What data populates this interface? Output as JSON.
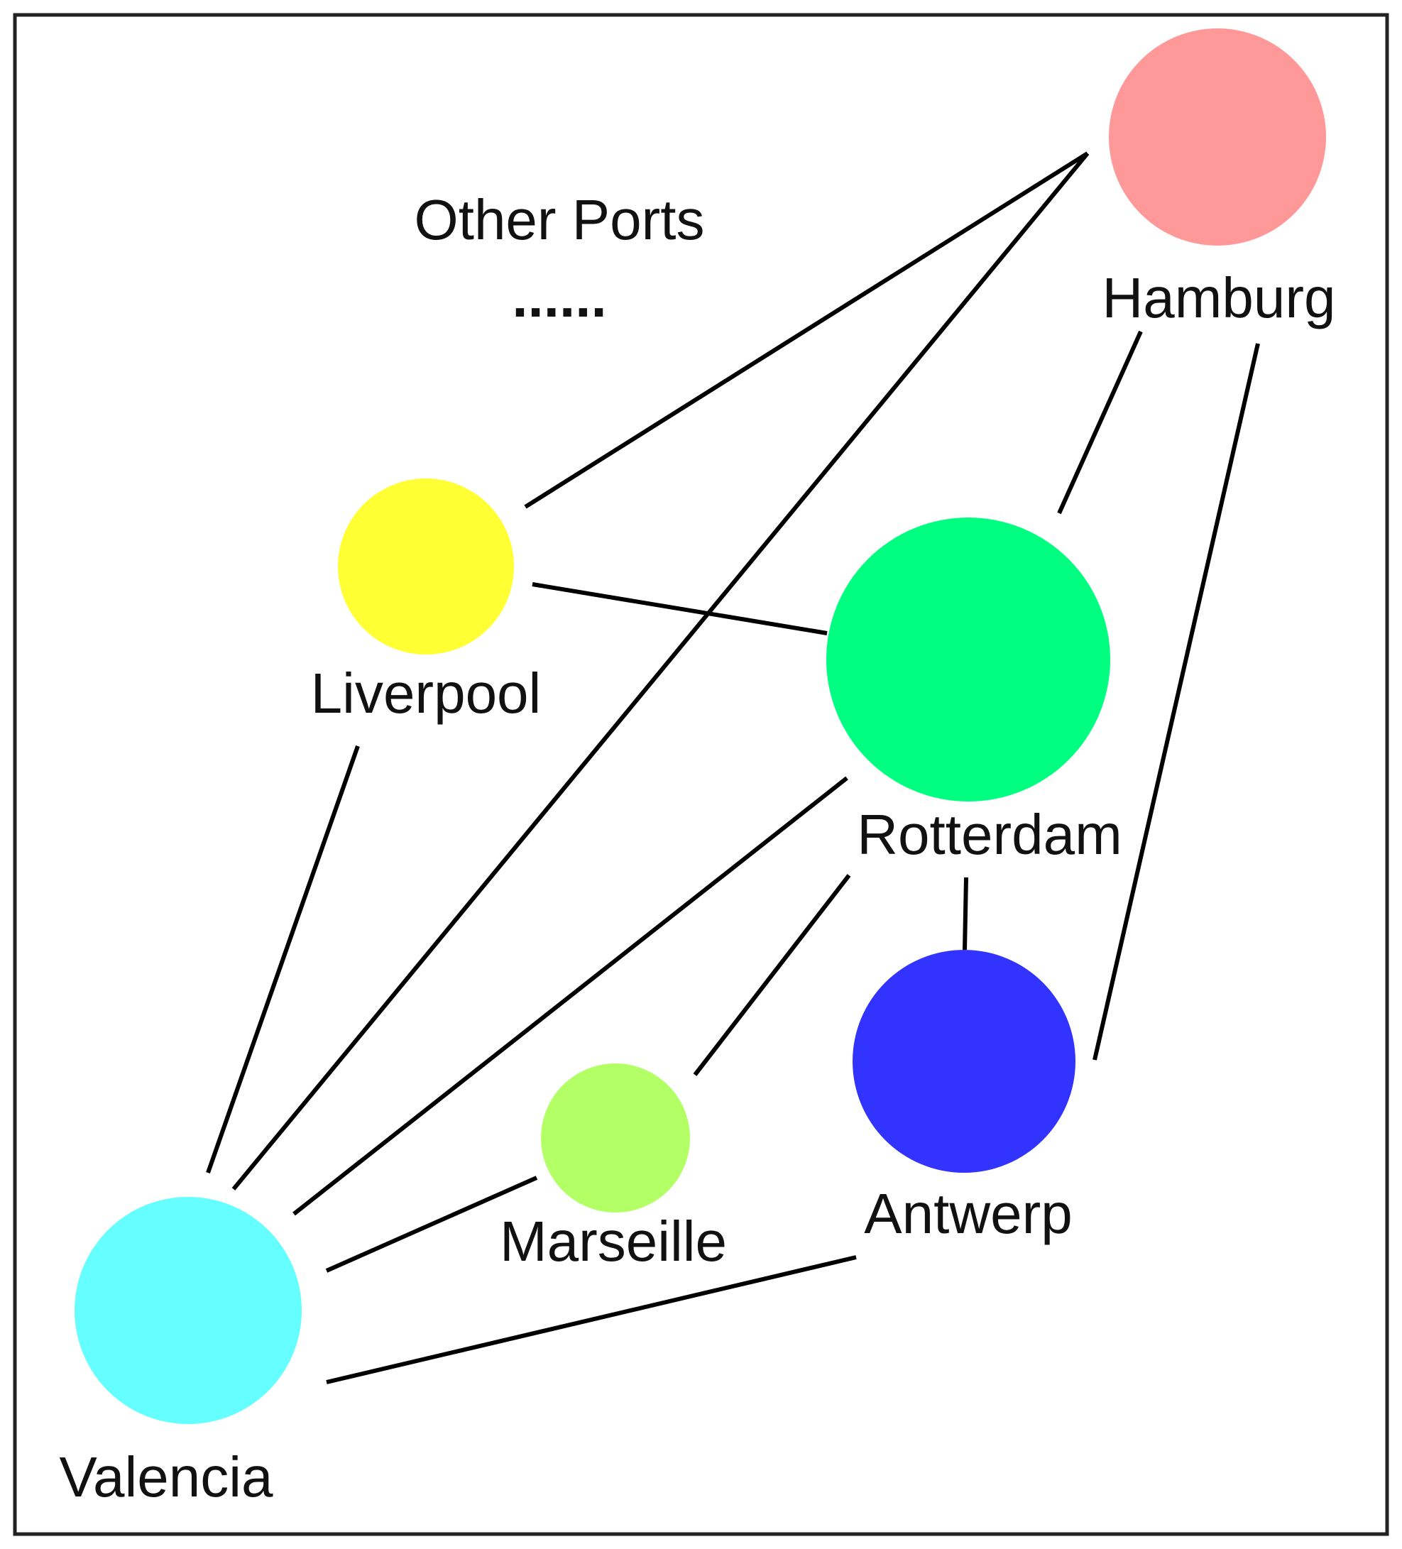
{
  "annotation": {
    "title": "Other Ports",
    "ellipsis": "......"
  },
  "ports": [
    {
      "id": "hamburg",
      "label": "Hamburg",
      "color": "#ff9999"
    },
    {
      "id": "liverpool",
      "label": "Liverpool",
      "color": "#ffff33"
    },
    {
      "id": "rotterdam",
      "label": "Rotterdam",
      "color": "#00ff80"
    },
    {
      "id": "antwerp",
      "label": "Antwerp",
      "color": "#3333ff"
    },
    {
      "id": "marseille",
      "label": "Marseille",
      "color": "#b3ff66"
    },
    {
      "id": "valencia",
      "label": "Valencia",
      "color": "#66ffff"
    }
  ],
  "connections": [
    [
      "hamburg",
      "liverpool"
    ],
    [
      "hamburg",
      "valencia"
    ],
    [
      "hamburg",
      "rotterdam"
    ],
    [
      "hamburg",
      "antwerp"
    ],
    [
      "liverpool",
      "rotterdam"
    ],
    [
      "liverpool",
      "valencia"
    ],
    [
      "rotterdam",
      "valencia"
    ],
    [
      "rotterdam",
      "marseille"
    ],
    [
      "rotterdam",
      "antwerp"
    ],
    [
      "marseille",
      "valencia"
    ],
    [
      "antwerp",
      "valencia"
    ]
  ]
}
